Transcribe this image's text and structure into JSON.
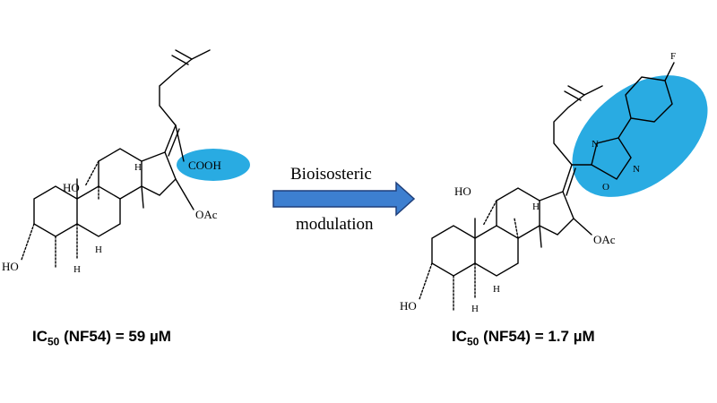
{
  "colors": {
    "highlight": "#29abe2",
    "arrow_fill": "#3d7fd0",
    "arrow_dark": "#1f3f7a"
  },
  "left": {
    "group_label": "COOH",
    "ho_top": "HO",
    "ho_bottom": "HO",
    "oac": "OAc",
    "h_labels": [
      "H",
      "H",
      "H"
    ],
    "ic50": {
      "prefix": "IC",
      "sub": "50",
      "suffix": " (NF54) = 59 µM"
    }
  },
  "arrow": {
    "line1": "Bioisosteric",
    "line2": "modulation"
  },
  "right": {
    "ho_top": "HO",
    "ho_bottom": "HO",
    "oac": "OAc",
    "h_labels": [
      "H",
      "H",
      "H"
    ],
    "ring_n1": "N",
    "ring_n2": "N",
    "ring_o": "O",
    "fluorine": "F",
    "ic50": {
      "prefix": "IC",
      "sub": "50",
      "suffix": " (NF54) = 1.7 µM"
    }
  }
}
